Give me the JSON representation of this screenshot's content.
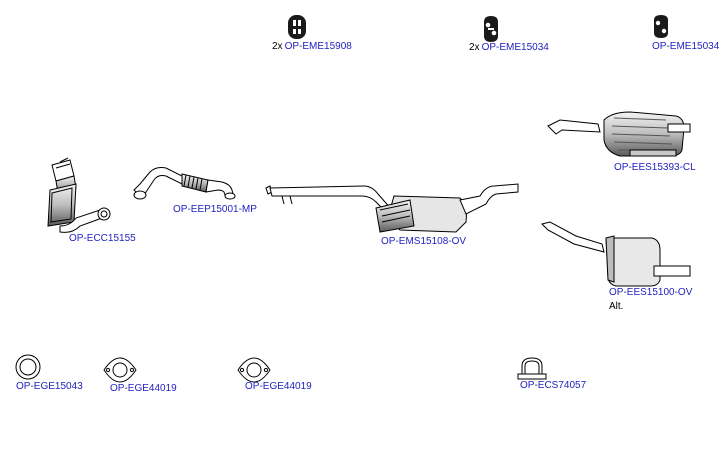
{
  "colors": {
    "link": "#1f1fbf",
    "outline": "#000000",
    "fill": "#ffffff",
    "shade": "#8a8a8a"
  },
  "parts": {
    "eme15908": {
      "qty": "2x",
      "code": "OP-EME15908"
    },
    "eme15034a": {
      "qty": "2x",
      "code": "OP-EME15034"
    },
    "eme15034b": {
      "code": "OP-EME15034"
    },
    "ees15393": {
      "code": "OP-EES15393-CL"
    },
    "ecc15155": {
      "code": "OP-ECC15155"
    },
    "eep15001": {
      "code": "OP-EEP15001-MP"
    },
    "ems15108": {
      "code": "OP-EMS15108-OV"
    },
    "ees15100": {
      "code": "OP-EES15100-OV",
      "note": "Alt."
    },
    "ege15043": {
      "code": "OP-EGE15043"
    },
    "ege44019a": {
      "code": "OP-EGE44019"
    },
    "ege44019b": {
      "code": "OP-EGE44019"
    },
    "ecs74057": {
      "code": "OP-ECS74057"
    }
  }
}
